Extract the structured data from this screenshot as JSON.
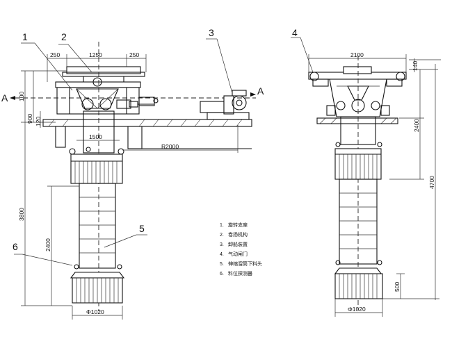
{
  "callouts": [
    "1",
    "2",
    "3",
    "4",
    "5",
    "6"
  ],
  "section_mark": "A",
  "left_view": {
    "dim_top_left": "250",
    "dim_top_mid": "1250",
    "dim_top_right": "250",
    "dim_v_top": "100",
    "dim_v_900": "900",
    "dim_v_120": "120",
    "dim_1500": "1500",
    "dim_radius": "R2000",
    "dim_3800": "3800",
    "dim_2400": "2400",
    "dim_base": "Φ1020"
  },
  "right_view": {
    "dim_top": "2100",
    "dim_v_140": "140",
    "dim_v_2400": "2400",
    "dim_v_4700": "4700",
    "dim_v_500": "500",
    "dim_base": "Φ1020"
  },
  "legend": [
    {
      "num": "1.",
      "text": "旋转支座"
    },
    {
      "num": "2.",
      "text": "卷扬机构"
    },
    {
      "num": "3.",
      "text": "卸船装置"
    },
    {
      "num": "4.",
      "text": "气动闸门"
    },
    {
      "num": "5.",
      "text": "伸缩溜筒下料头"
    },
    {
      "num": "6.",
      "text": "料位探测器"
    }
  ]
}
